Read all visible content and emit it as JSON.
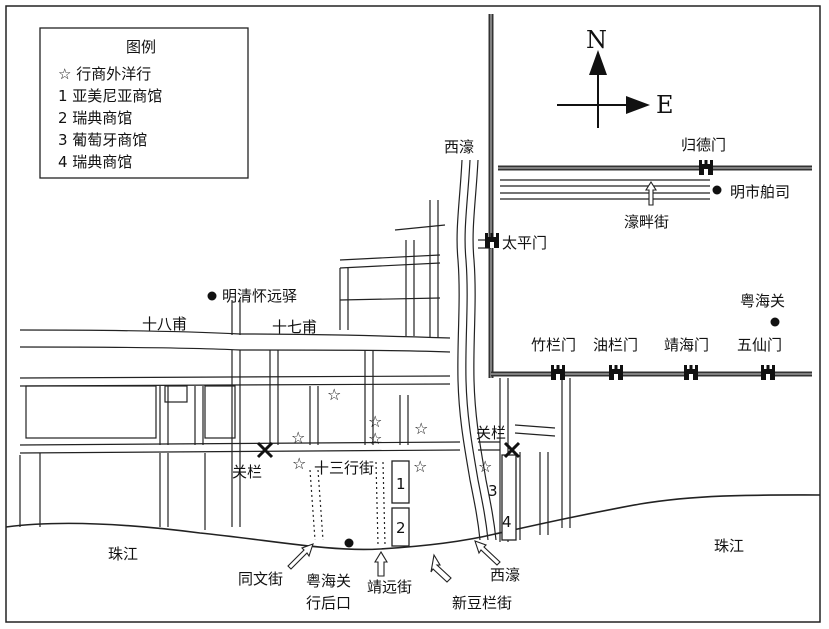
{
  "legend": {
    "title": "图例",
    "items": [
      "☆ 行商外洋行",
      "1 亚美尼亚商馆",
      "2 瑞典商馆",
      "3 葡萄牙商馆",
      "4 瑞典商馆"
    ]
  },
  "compass": {
    "north": "N",
    "east": "E"
  },
  "labels": {
    "xihao_top": "西濠",
    "guide_gate": "归德门",
    "mingshi_bosi": "明市舶司",
    "haopan_street": "濠畔街",
    "taiping_gate": "太平门",
    "mingqing_yi": "明清怀远驿",
    "yue_customs": "粤海关",
    "shiba_pu": "十八甫",
    "shiqi_pu": "十七甫",
    "zhulan_gate": "竹栏门",
    "youlan_gate": "油栏门",
    "jinghai_gate": "靖海门",
    "wuxian_gate": "五仙门",
    "guanlan_right": "关栏",
    "guanlan_left": "关栏",
    "shisanhang": "十三行街",
    "zhujiang_left": "珠江",
    "zhujiang_right": "珠江",
    "tongwen": "同文街",
    "yue_customs_back_1": "粤海关",
    "yue_customs_back_2": "行后口",
    "jingyuan": "靖远街",
    "xihao_bottom": "西濠",
    "xindoulan": "新豆栏街",
    "f1": "1",
    "f2": "2",
    "f3": "3",
    "f4": "4"
  }
}
